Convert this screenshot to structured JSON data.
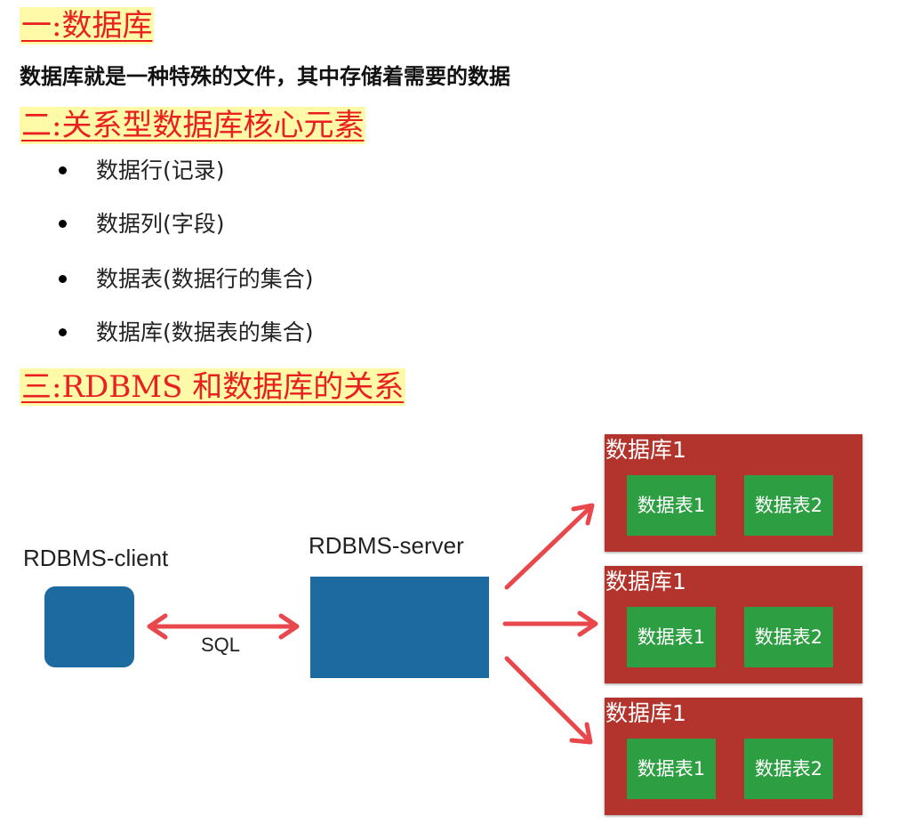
{
  "headings": {
    "h1": "一:数据库",
    "h2": "二:关系型数据库核心元素",
    "h3": "三:RDBMS 和数据库的关系"
  },
  "intro": "数据库就是一种特殊的文件，其中存储着需要的数据",
  "bullets": [
    "数据行(记录)",
    "数据列(字段)",
    "数据表(数据行的集合)",
    "数据库(数据表的集合)"
  ],
  "diagram": {
    "client_label": "RDBMS-client",
    "server_label": "RDBMS-server",
    "sql_label": "SQL",
    "databases": [
      {
        "title": "数据库1",
        "tables": [
          "数据表1",
          "数据表2"
        ]
      },
      {
        "title": "数据库1",
        "tables": [
          "数据表1",
          "数据表2"
        ]
      },
      {
        "title": "数据库1",
        "tables": [
          "数据表1",
          "数据表2"
        ]
      }
    ],
    "colors": {
      "heading_text": "#e8201f",
      "heading_highlight": "#fffaa8",
      "box_blue": "#1c6aa0",
      "db_red": "#b3342c",
      "table_green": "#2e9e43",
      "arrow": "#e8474c"
    }
  }
}
